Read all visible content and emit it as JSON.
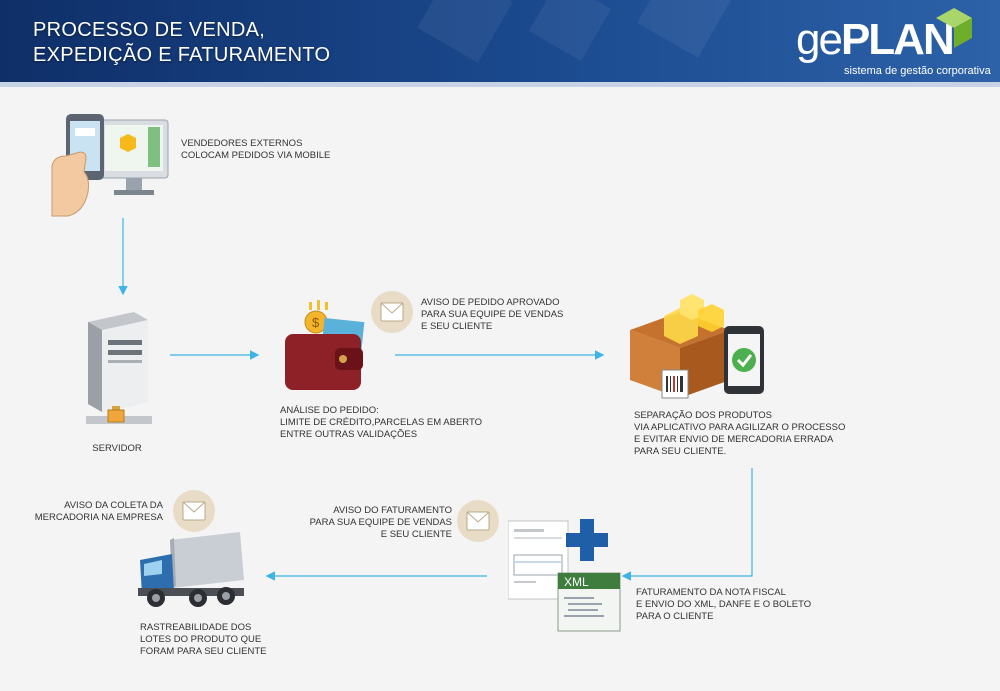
{
  "header": {
    "title_line1": "PROCESSO DE VENDA,",
    "title_line2": "EXPEDIÇÃO E FATURAMENTO",
    "logo_light": "ge",
    "logo_bold": "PLAN",
    "logo_tagline": "sistema de gestão corporativa"
  },
  "steps": {
    "mobile": {
      "line1": "VENDEDORES EXTERNOS",
      "line2": "COLOCAM PEDIDOS VIA MOBILE"
    },
    "server": {
      "label": "SERVIDOR"
    },
    "analysis": {
      "line1": "ANÁLISE DO PEDIDO:",
      "line2": "LIMITE DE CRÉDITO,PARCELAS EM ABERTO",
      "line3": "ENTRE OUTRAS VALIDAÇÕES"
    },
    "separation": {
      "line1": "SEPARAÇÃO DOS PRODUTOS",
      "line2": "VIA APLICATIVO PARA AGILIZAR O PROCESSO",
      "line3": "E EVITAR ENVIO DE MERCADORIA ERRADA",
      "line4": "PARA SEU CLIENTE."
    },
    "invoicing": {
      "line1": "FATURAMENTO DA NOTA FISCAL",
      "line2": "E ENVIO DO XML, DANFE E O BOLETO",
      "line3": "PARA O CLIENTE"
    },
    "tracking": {
      "line1": "RASTREABILIDADE DOS",
      "line2": "LOTES DO PRODUTO QUE",
      "line3": "FORAM PARA SEU CLIENTE"
    }
  },
  "notices": {
    "approved": {
      "line1": "AVISO DE PEDIDO APROVADO",
      "line2": "PARA SUA EQUIPE DE VENDAS",
      "line3": "E SEU CLIENTE"
    },
    "billing": {
      "line1": "AVISO DO FATURAMENTO",
      "line2": "PARA SUA EQUIPE DE VENDAS",
      "line3": "E SEU CLIENTE"
    },
    "pickup": {
      "line1": "AVISO DA COLETA DA",
      "line2": "MERCADORIA NA EMPRESA"
    }
  },
  "invoice_doc": {
    "xml_tag": "XML"
  },
  "colors": {
    "header": "#1b4a8f",
    "arrow": "#3bb4e6",
    "logo_cube": "#8dc63f",
    "mail_bg": "#e9dcc6"
  }
}
